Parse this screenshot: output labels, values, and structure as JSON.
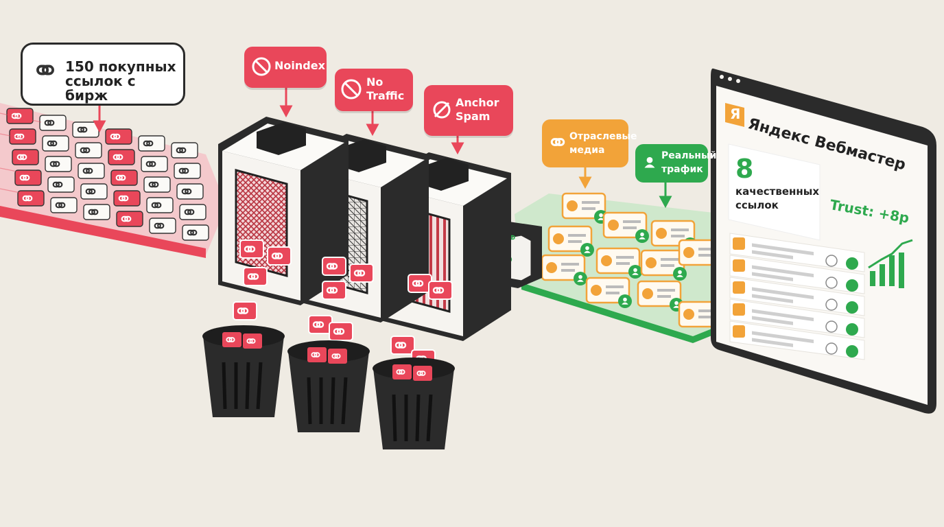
{
  "source_label": "150 покупных ссылок с бирж",
  "filters": [
    {
      "label_line1": "Noindex",
      "label_line2": "",
      "icon": "noindex-icon"
    },
    {
      "label_line1": "No",
      "label_line2": "Traffic",
      "icon": "no-traffic-icon"
    },
    {
      "label_line1": "Anchor",
      "label_line2": "Spam",
      "icon": "anchor-spam-icon"
    }
  ],
  "good_labels": [
    {
      "line1": "Отраслевые",
      "line2": "медиа",
      "color": "#f2a339",
      "icon": "link-icon"
    },
    {
      "line1": "Реальный",
      "line2": "трафик",
      "color": "#2ea94e",
      "icon": "user-icon"
    }
  ],
  "webmaster": {
    "logo_letter": "Я",
    "title": "Яндекс Вебмастер",
    "count": "8",
    "count_caption_line1": "качественных",
    "count_caption_line2": "ссылок",
    "trust": "Trust: +8p",
    "rows_count": 5
  },
  "colors": {
    "red": "#e9475a",
    "orange": "#f2a339",
    "green": "#2ea94e",
    "dark": "#2b2b2b",
    "bg": "#efebe3"
  }
}
